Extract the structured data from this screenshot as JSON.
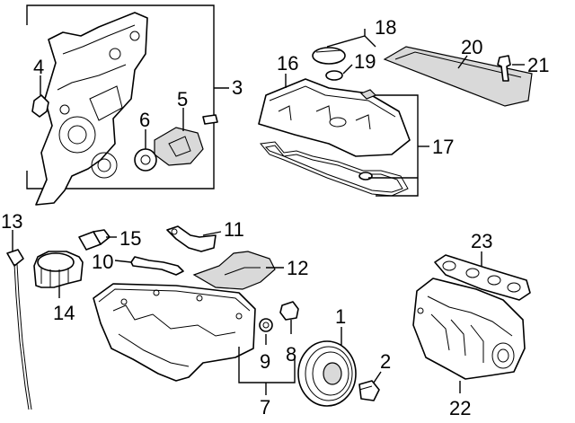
{
  "callouts": {
    "c1": "1",
    "c2": "2",
    "c3": "3",
    "c4": "4",
    "c5": "5",
    "c6": "6",
    "c7": "7",
    "c8": "8",
    "c9": "9",
    "c10": "10",
    "c11": "11",
    "c12": "12",
    "c13": "13",
    "c14": "14",
    "c15": "15",
    "c16": "16",
    "c17": "17",
    "c18": "18",
    "c19": "19",
    "c20": "20",
    "c21": "21",
    "c22": "22",
    "c23": "23"
  },
  "colors": {
    "line": "#000000",
    "background": "#ffffff",
    "shade": "#d9d9d9"
  }
}
